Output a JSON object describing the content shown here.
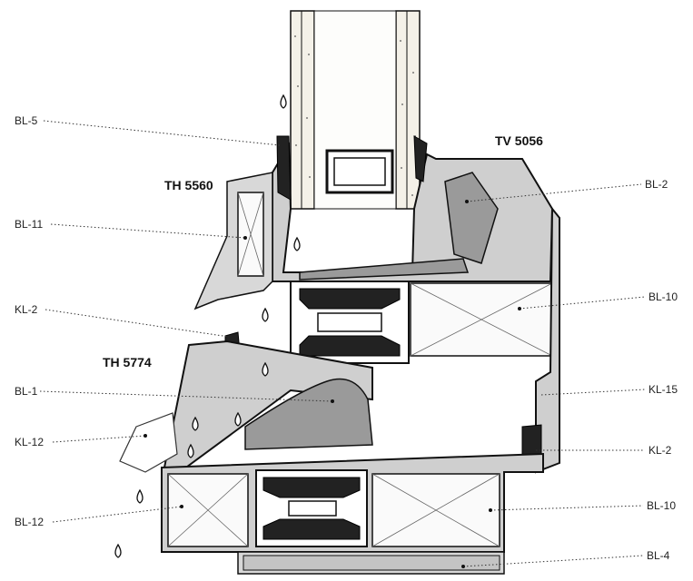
{
  "titles": {
    "t1": "TH 5560",
    "t2": "TV 5056",
    "t3": "TH 5774"
  },
  "labels_left": [
    "BL-5",
    "BL-11",
    "KL-2",
    "BL-1",
    "KL-12",
    "BL-12"
  ],
  "labels_right": [
    "BL-2",
    "BL-10",
    "KL-15",
    "KL-2",
    "BL-10",
    "BL-4"
  ],
  "colors": {
    "profile": "#cfcfcf",
    "gasket": "#222222",
    "outline": "#111111"
  }
}
